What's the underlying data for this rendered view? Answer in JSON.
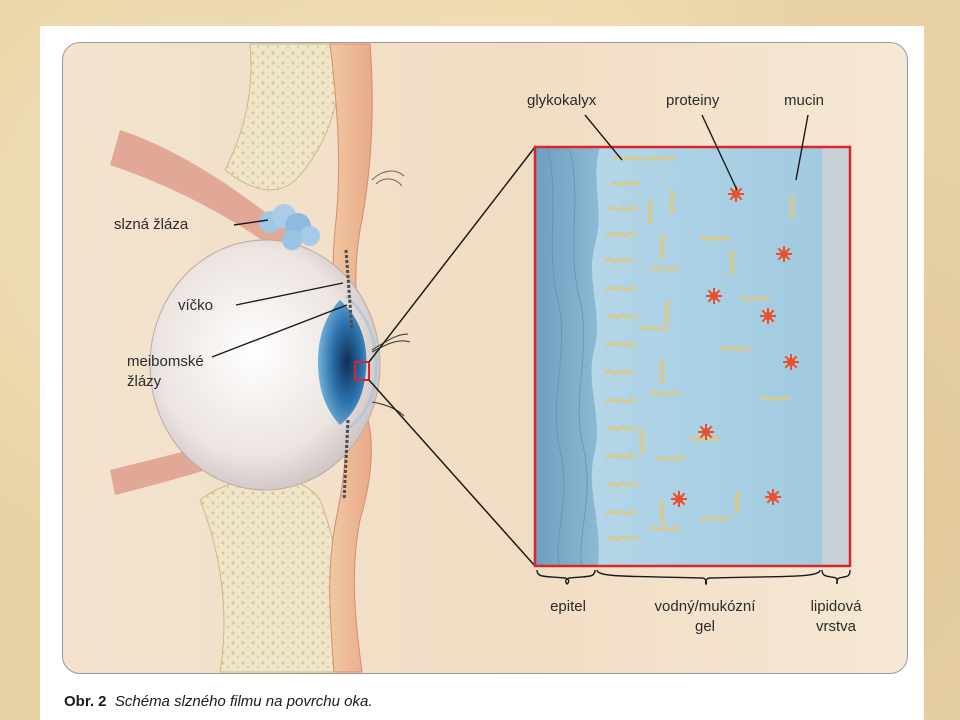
{
  "labels": {
    "lacrimal_gland": "slzná žláza",
    "eyelid": "víčko",
    "meibomian_line1": "meibomské",
    "meibomian_line2": "žlázy",
    "glycocalyx": "glykokalyx",
    "proteins": "proteiny",
    "mucin": "mucin",
    "epithelium": "epitel",
    "aqueous_line1": "vodný/mukózní",
    "aqueous_line2": "gel",
    "lipid_line1": "lipidová",
    "lipid_line2": "vrstva"
  },
  "caption": {
    "number": "Obr. 2",
    "text": "Schéma slzného filmu na povrchu oka."
  },
  "colors": {
    "highlight_frame": "#d9262b",
    "tear_film": "#a9d0e3",
    "epithelium": "#7fb0cc",
    "lipid_layer": "#c9d2d8",
    "protein": "#e8502e",
    "mucin": "#e3c877"
  }
}
